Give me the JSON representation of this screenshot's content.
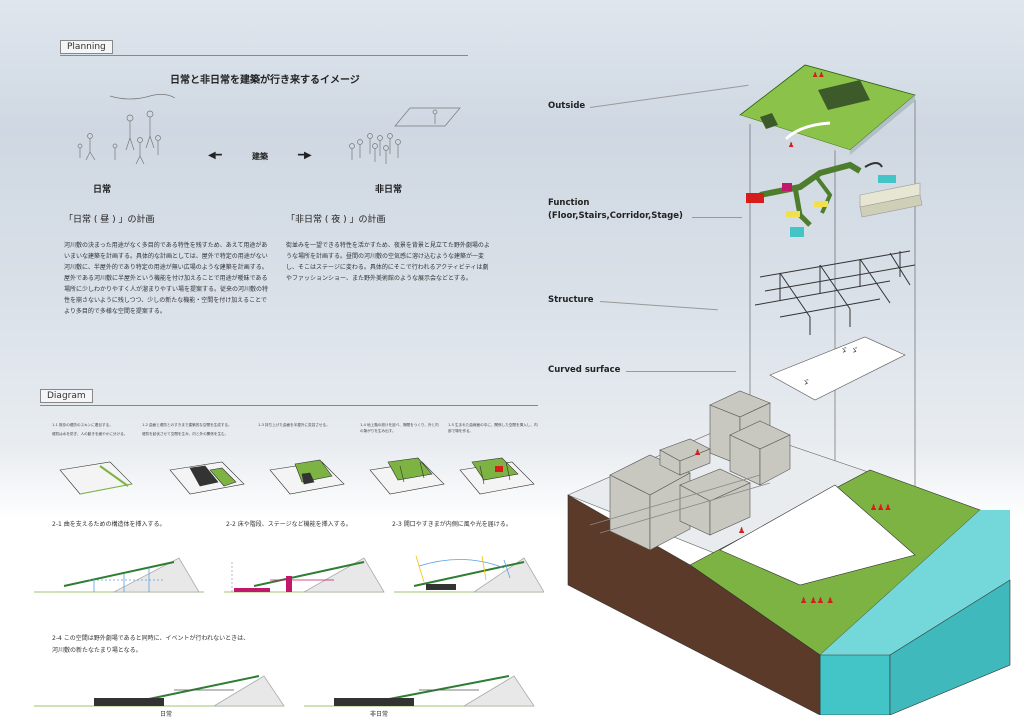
{
  "planning": {
    "tag": "Planning",
    "title": "日常と非日常を建築が行き来するイメージ",
    "left_label": "日常",
    "arrow_label": "建築",
    "right_label": "非日常",
    "day_heading": "「日常 ( 昼 ) 」の計画",
    "night_heading": "「非日常 ( 夜 ) 」の計画",
    "day_text": "河川敷の決まった用途がなく多目的である特性を残すため、あえて用途があいまいな建築を計画する。具体的な計画としては、屋外で特定の用途がない河川敷に、半屋外的であり特定の用途が無い広場のような建築を計画する。屋外である河川敷に半屋外という機能を付け加えることで用途が曖昧である場所に少しわかりやすく人が溜まりやすい場を提案する。従来の河川敷の特性を崩さないように残しつつ、少しの新たな機能・空間を付け加えることでより多目的で多様な空間を提案する。",
    "night_text": "街並みを一望できる特性を活かすため、夜景を背景と見立てた野外劇場のような場所を計画する。昼間の河川敷の空気感に溶け込むような建築が一変し、そこはステージに変わる。具体的にそこで行われるアクティビティは劇やファッションショー、また野外美術館のような展示会などとする。"
  },
  "diagram": {
    "tag": "Diagram",
    "steps_small": [
      "1-1 既存の堤防のスキンに着目する。",
      "1-2 曲面と堤防とのすきまで建築的な空間を生成する。",
      "1-3 持ち上げた曲面を半屋外に変容させる。",
      "1-4 地上階の設けを延べ、隙間をつくり、外と内の繋がりを生み出す。",
      "1-5 生まれた曲線面の中に、関係した空間を挿入し、内部で場を作る。"
    ],
    "steps_small_sub": [
      "堤防は水を防ぎ、人の動きを緩やかに分ける。",
      "堤防を起伏させて空間を生み、内と外の関係を生む。",
      "",
      "",
      ""
    ],
    "steps": [
      "2-1 曲を支えるための構造体を挿入する。",
      "2-2 床や階段、ステージなど機能を挿入する。",
      "2-3 開口やすきまが内側に風や光を届ける。"
    ],
    "step4": "2-4 この空間は野外劇場であると同時に、イベントが行われないときは、河川敷の新たなたまり場となる。",
    "bottom_left": "日常",
    "bottom_right": "非日常"
  },
  "exploded": {
    "outside": "Outside",
    "function": "Function",
    "function_sub": "(Floor,Stairs,Corridor,Stage)",
    "structure": "Structure",
    "curved": "Curved surface"
  },
  "colors": {
    "grass": "#8bc34a",
    "water": "#43c5c8",
    "soil": "#5b3a29",
    "accent_red": "#d81b1b",
    "magenta": "#c2186b"
  }
}
